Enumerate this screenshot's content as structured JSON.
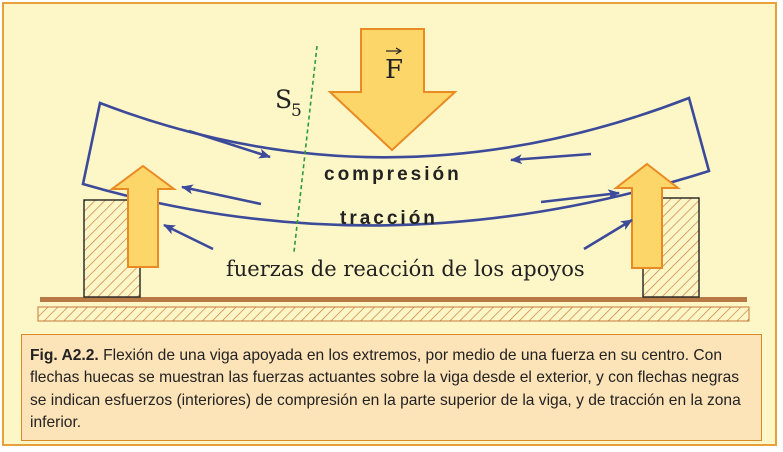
{
  "diagram": {
    "force_label": "F",
    "section_label": "S",
    "section_subscript": "5",
    "compression_label": "compresión",
    "tension_label": "tracción",
    "reactions_label": "fuerzas de reacción de los apoyos"
  },
  "caption": {
    "figure_label": "Fig. A2.2.",
    "text": " Flexión de una viga apoyada en los extremos, por medio de una fuerza en su centro. Con flechas huecas se muestran las fuerzas actuantes sobre la viga desde el exterior, y con flechas negras se indican esfuerzos (interiores) de compresión en la parte superior de la viga, y de tracción en la zona inferior."
  },
  "colors": {
    "background": "#fdf6c6",
    "border": "#e8a03a",
    "arrow_fill": "#fdd66a",
    "arrow_stroke": "#e98a22",
    "beam_stroke": "#3c4a9a",
    "support_hatch": "#c8783a",
    "section_line": "#2e9a3a",
    "caption_bg": "#fde3b8"
  }
}
